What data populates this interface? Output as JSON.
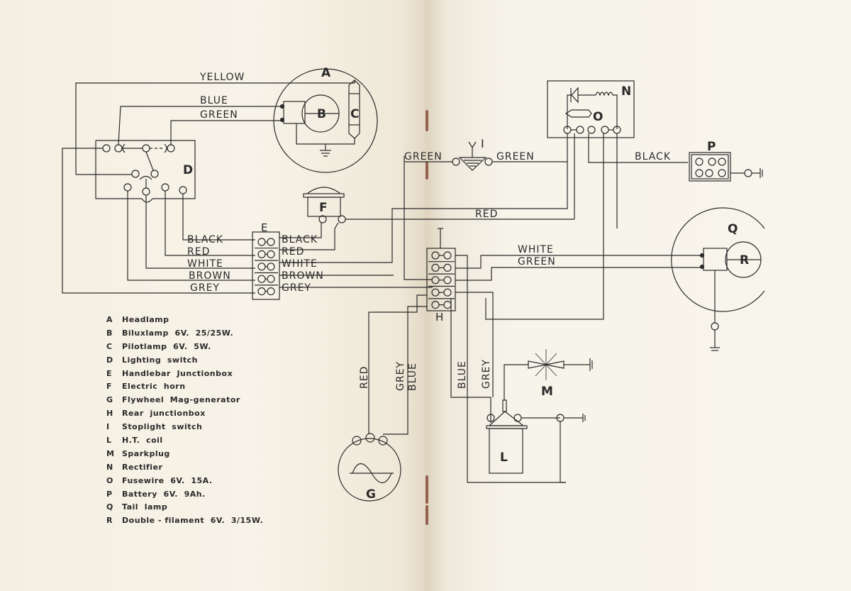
{
  "components": {
    "A": "A",
    "B": "B",
    "C": "C",
    "D": "D",
    "E": "E",
    "F": "F",
    "G": "G",
    "H": "H",
    "I": "I",
    "L": "L",
    "M": "M",
    "N": "N",
    "O": "O",
    "P": "P",
    "Q": "Q",
    "R": "R"
  },
  "wires": {
    "yellow": "YELLOW",
    "blue": "BLUE",
    "green": "GREEN",
    "e_left": [
      "BLACK",
      "RED",
      "WHITE",
      "BROWN",
      "GREY"
    ],
    "e_right": [
      "BLACK",
      "RED",
      "WHITE",
      "BROWN",
      "GREY"
    ],
    "stop_left": "GREEN",
    "stop_right": "GREEN",
    "battery": "BLACK",
    "red_top": "RED",
    "tail_white": "WHITE",
    "tail_green": "GREEN",
    "gen_red": "RED",
    "gen_grey": "GREY",
    "gen_blue": "BLUE",
    "coil_blue": "BLUE",
    "coil_grey": "GREY"
  },
  "legend": [
    {
      "key": "A",
      "text": "Headlamp"
    },
    {
      "key": "B",
      "text": "Biluxlamp  6V.  25/25W."
    },
    {
      "key": "C",
      "text": "Pilotlamp  6V.  5W."
    },
    {
      "key": "D",
      "text": "Lighting  switch"
    },
    {
      "key": "E",
      "text": "Handlebar  Junctionbox"
    },
    {
      "key": "F",
      "text": "Electric  horn"
    },
    {
      "key": "G",
      "text": "Flywheel  Mag-generator"
    },
    {
      "key": "H",
      "text": "Rear  junctionbox"
    },
    {
      "key": "I",
      "text": "Stoplight  switch"
    },
    {
      "key": "L",
      "text": "H.T.  coil"
    },
    {
      "key": "M",
      "text": "Sparkplug"
    },
    {
      "key": "N",
      "text": "Rectifier"
    },
    {
      "key": "O",
      "text": "Fusewire  6V.  15A."
    },
    {
      "key": "P",
      "text": "Battery  6V.  9Ah."
    },
    {
      "key": "Q",
      "text": "Tail  lamp"
    },
    {
      "key": "R",
      "text": "Double - filament  6V.  3/15W."
    }
  ],
  "colors": {
    "paper": "#f6f1e4",
    "ink": "#2a2a2a",
    "binding": "#7a3b2a"
  }
}
